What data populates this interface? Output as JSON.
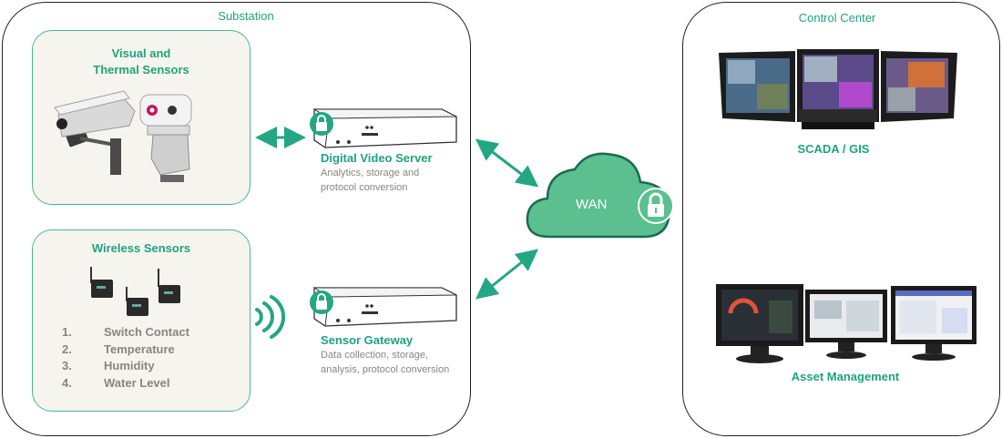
{
  "substation": {
    "title": "Substation",
    "visual_sensors": {
      "title_line1": "Visual and",
      "title_line2": "Thermal Sensors"
    },
    "wireless_sensors": {
      "title": "Wireless Sensors",
      "items": [
        {
          "num": "1.",
          "label": "Switch Contact"
        },
        {
          "num": "2.",
          "label": "Temperature"
        },
        {
          "num": "3.",
          "label": "Humidity"
        },
        {
          "num": "4.",
          "label": "Water Level"
        }
      ]
    },
    "video_server": {
      "title": "Digital Video Server",
      "line1": "Analytics, storage and",
      "line2": "protocol conversion"
    },
    "sensor_gateway": {
      "title": "Sensor Gateway",
      "line1": "Data collection, storage,",
      "line2": "analysis, protocol conversion"
    }
  },
  "wan": {
    "label": "WAN"
  },
  "control_center": {
    "title": "Control Center",
    "scada": {
      "label": "SCADA / GIS"
    },
    "asset": {
      "label": "Asset Management"
    }
  },
  "colors": {
    "accent": "#1fa37e",
    "arrow": "#23a684",
    "cloud": "#5bbf8f",
    "card_border": "#47b88f",
    "card_fill": "#f6f4ee",
    "muted_text": "#8a8480"
  }
}
